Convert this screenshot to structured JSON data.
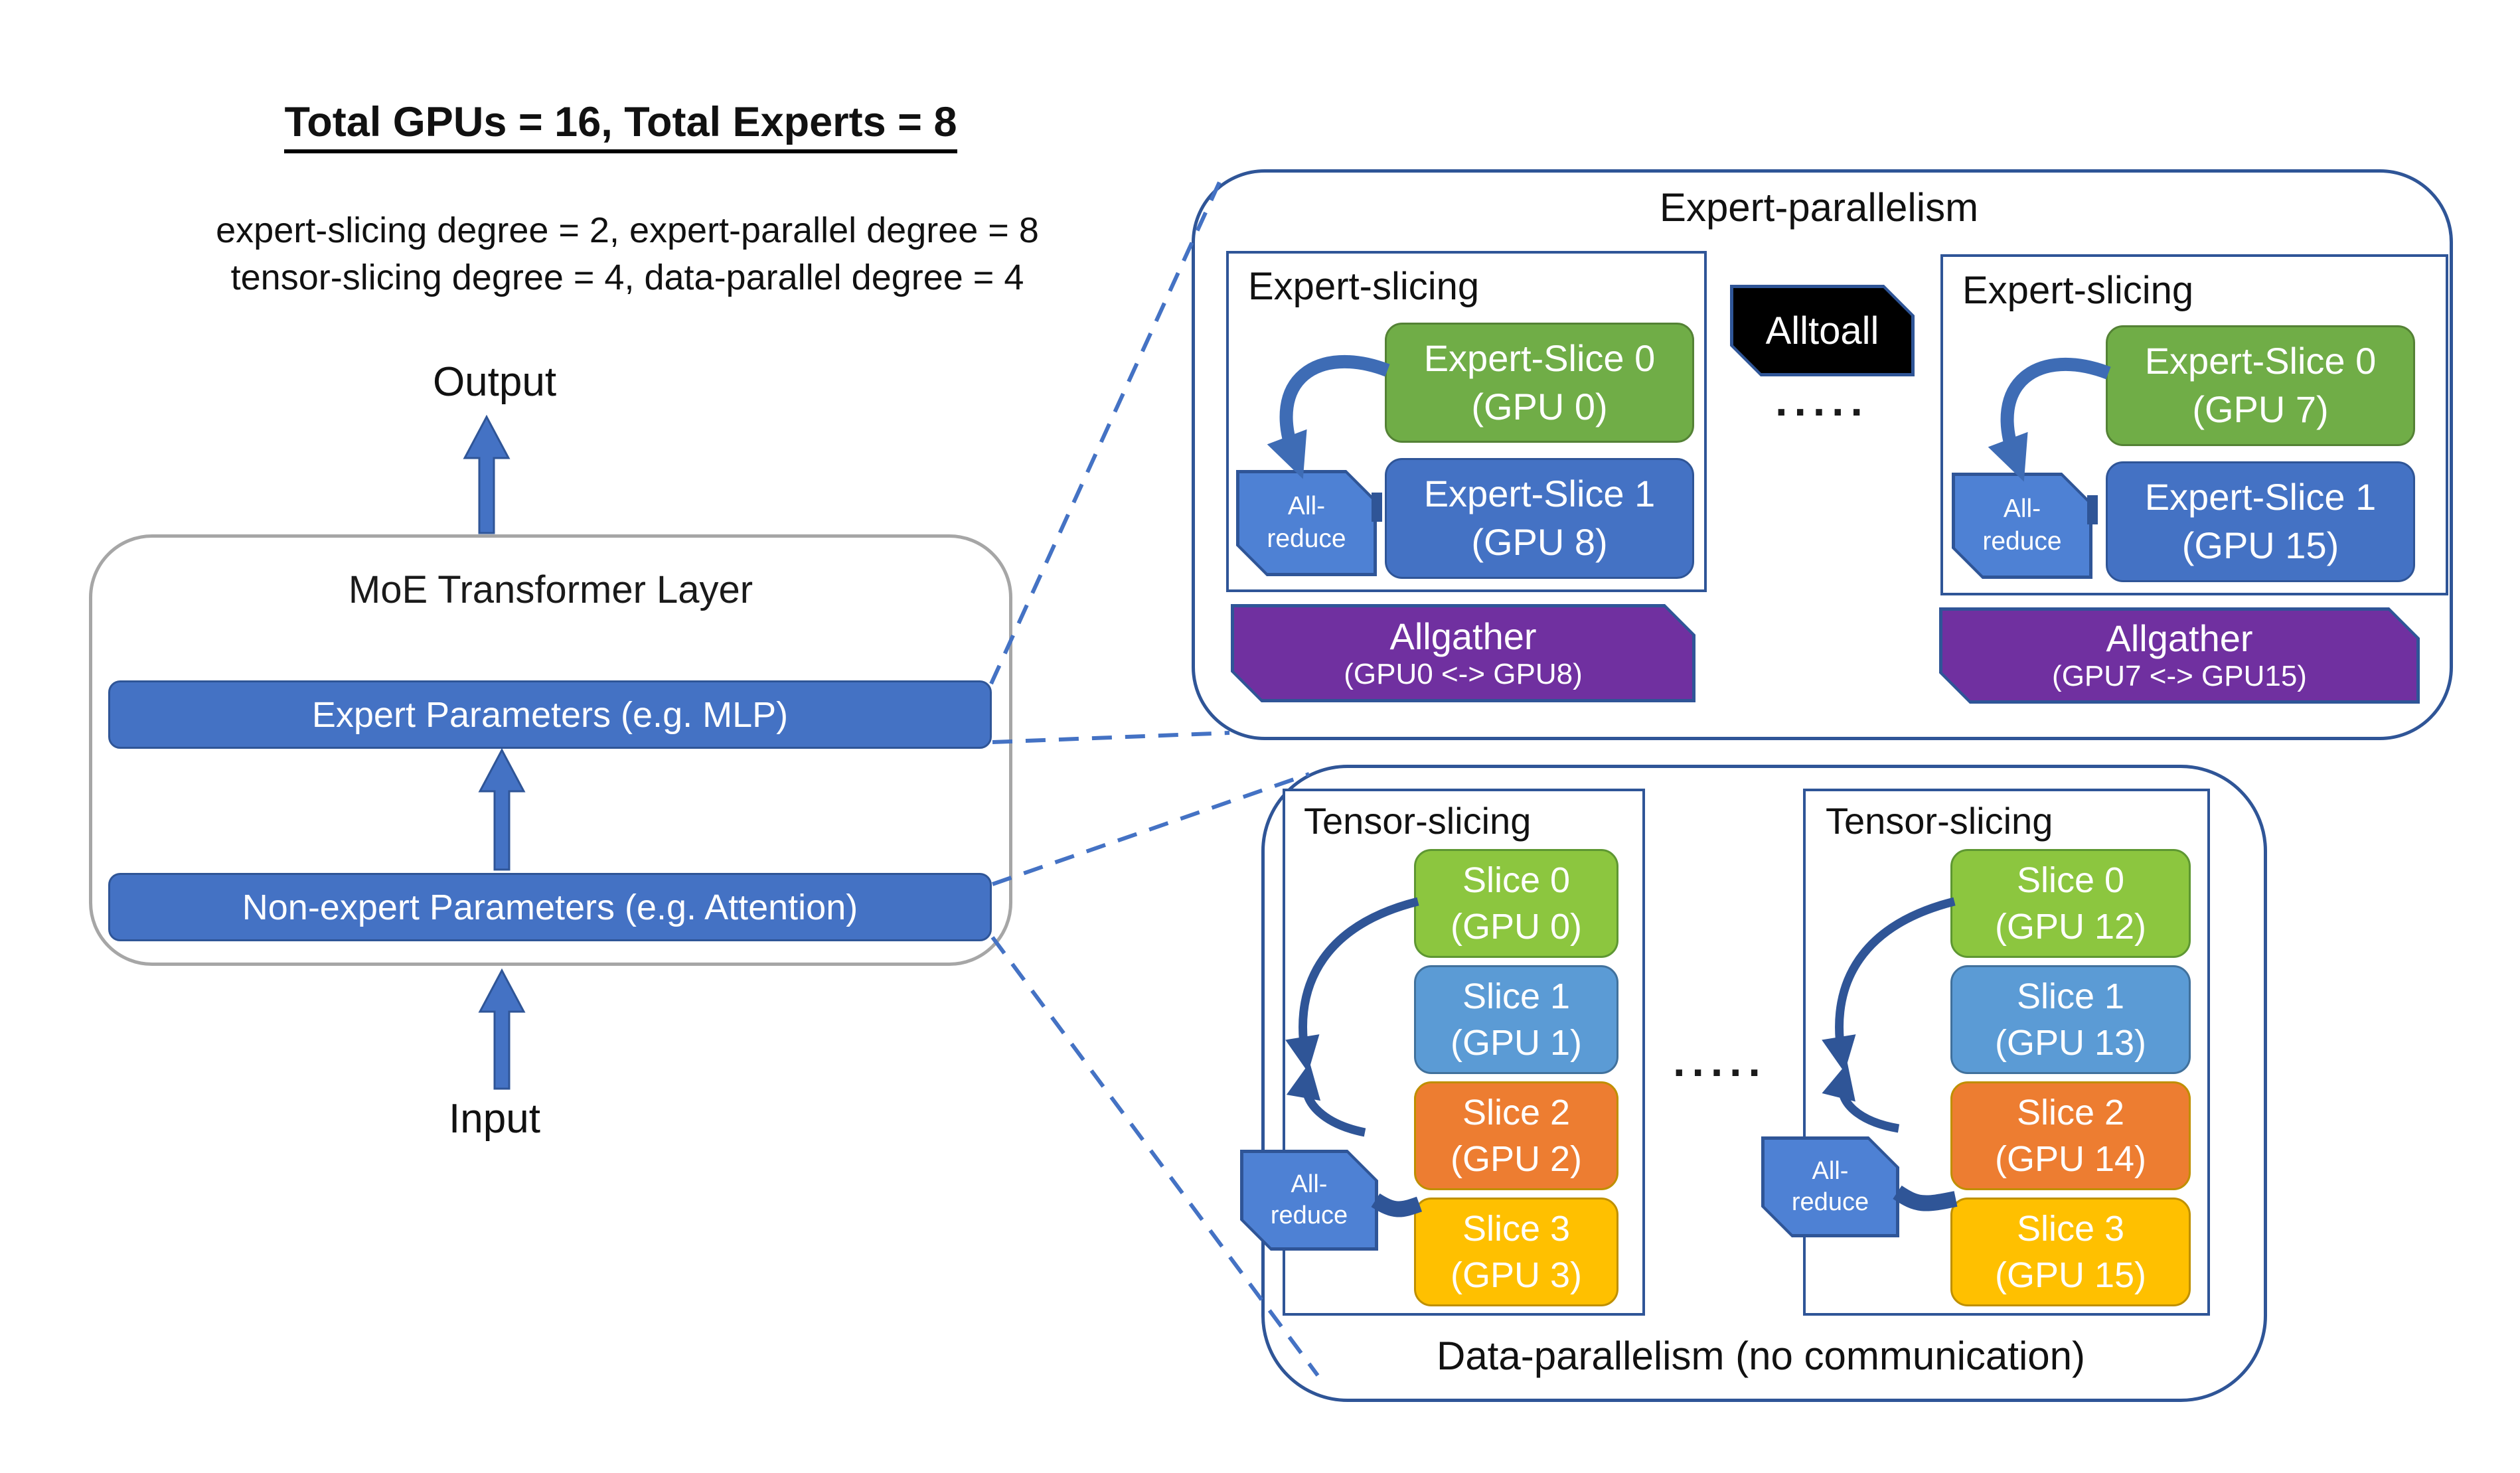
{
  "header": {
    "title": "Total GPUs = 16, Total Experts = 8",
    "subtitle_line1": "expert-slicing degree = 2, expert-parallel degree = 8",
    "subtitle_line2": "tensor-slicing degree = 4, data-parallel degree = 4"
  },
  "moe": {
    "output_label": "Output",
    "title": "MoE Transformer Layer",
    "expert_bar_label": "Expert Parameters (e.g. MLP)",
    "nonexpert_bar_label": "Non-expert Parameters (e.g. Attention)",
    "input_label": "Input"
  },
  "expert_parallelism": {
    "title": "Expert-parallelism",
    "alltoall_label": "Alltoall",
    "ellipsis": ".....",
    "groups": [
      {
        "label": "Expert-slicing",
        "slice0_line1": "Expert-Slice 0",
        "slice0_line2": "(GPU 0)",
        "slice1_line1": "Expert-Slice 1",
        "slice1_line2": "(GPU 8)",
        "allreduce_line1": "All-",
        "allreduce_line2": "reduce",
        "allgather_label": "Allgather",
        "allgather_detail": "(GPU0 <-> GPU8)"
      },
      {
        "label": "Expert-slicing",
        "slice0_line1": "Expert-Slice 0",
        "slice0_line2": "(GPU 7)",
        "slice1_line1": "Expert-Slice 1",
        "slice1_line2": "(GPU 15)",
        "allreduce_line1": "All-",
        "allreduce_line2": "reduce",
        "allgather_label": "Allgather",
        "allgather_detail": "(GPU7 <-> GPU15)"
      }
    ]
  },
  "data_parallelism": {
    "caption": "Data-parallelism (no communication)",
    "ellipsis": ".....",
    "groups": [
      {
        "label": "Tensor-slicing",
        "slices": [
          {
            "line1": "Slice 0",
            "line2": "(GPU 0)"
          },
          {
            "line1": "Slice 1",
            "line2": "(GPU 1)"
          },
          {
            "line1": "Slice 2",
            "line2": "(GPU 2)"
          },
          {
            "line1": "Slice 3",
            "line2": "(GPU 3)"
          }
        ],
        "allreduce_line1": "All-",
        "allreduce_line2": "reduce"
      },
      {
        "label": "Tensor-slicing",
        "slices": [
          {
            "line1": "Slice 0",
            "line2": "(GPU 12)"
          },
          {
            "line1": "Slice 1",
            "line2": "(GPU 13)"
          },
          {
            "line1": "Slice 2",
            "line2": "(GPU 14)"
          },
          {
            "line1": "Slice 3",
            "line2": "(GPU 15)"
          }
        ],
        "allreduce_line1": "All-",
        "allreduce_line2": "reduce"
      }
    ]
  },
  "colors": {
    "accent-blue": "#4472C4",
    "dark-blue": "#2F5597",
    "allreduce-blue": "#4E81D4",
    "expert-green": "#70AD47",
    "expert-green-border": "#548235",
    "slice-green": "#8CC63F",
    "slice-green-border": "#5E9732",
    "slice-lightblue": "#5B9BD5",
    "slice-lightblue-border": "#41719C",
    "slice-orange": "#ED7D31",
    "slice-orange-border": "#BF8F00",
    "slice-gold": "#FFC000",
    "slice-gold-border": "#BF9000",
    "allgather-purple": "#7030A0",
    "alltoall-black": "#000000",
    "box-gray-border": "#A6A6A6",
    "connector-blue": "#3E6CB5"
  }
}
